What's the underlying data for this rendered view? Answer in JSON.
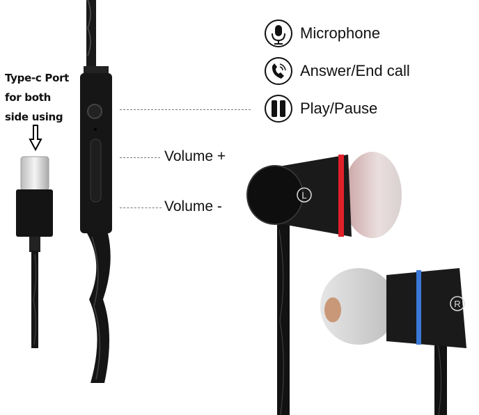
{
  "type_c_label": {
    "line1": "Type-c Port",
    "line2": "for both",
    "line3": "side using"
  },
  "features": [
    {
      "icon": "microphone-icon",
      "label": "Microphone"
    },
    {
      "icon": "phone-call-icon",
      "label": "Answer/End call"
    },
    {
      "icon": "pause-icon",
      "label": "Play/Pause"
    }
  ],
  "volume": {
    "up": "Volume +",
    "down": "Volume -"
  },
  "earbuds": {
    "left": "L",
    "right": "R"
  },
  "colors": {
    "left_ring": "#e0202a",
    "right_ring": "#3a78d8",
    "body": "#111111"
  }
}
